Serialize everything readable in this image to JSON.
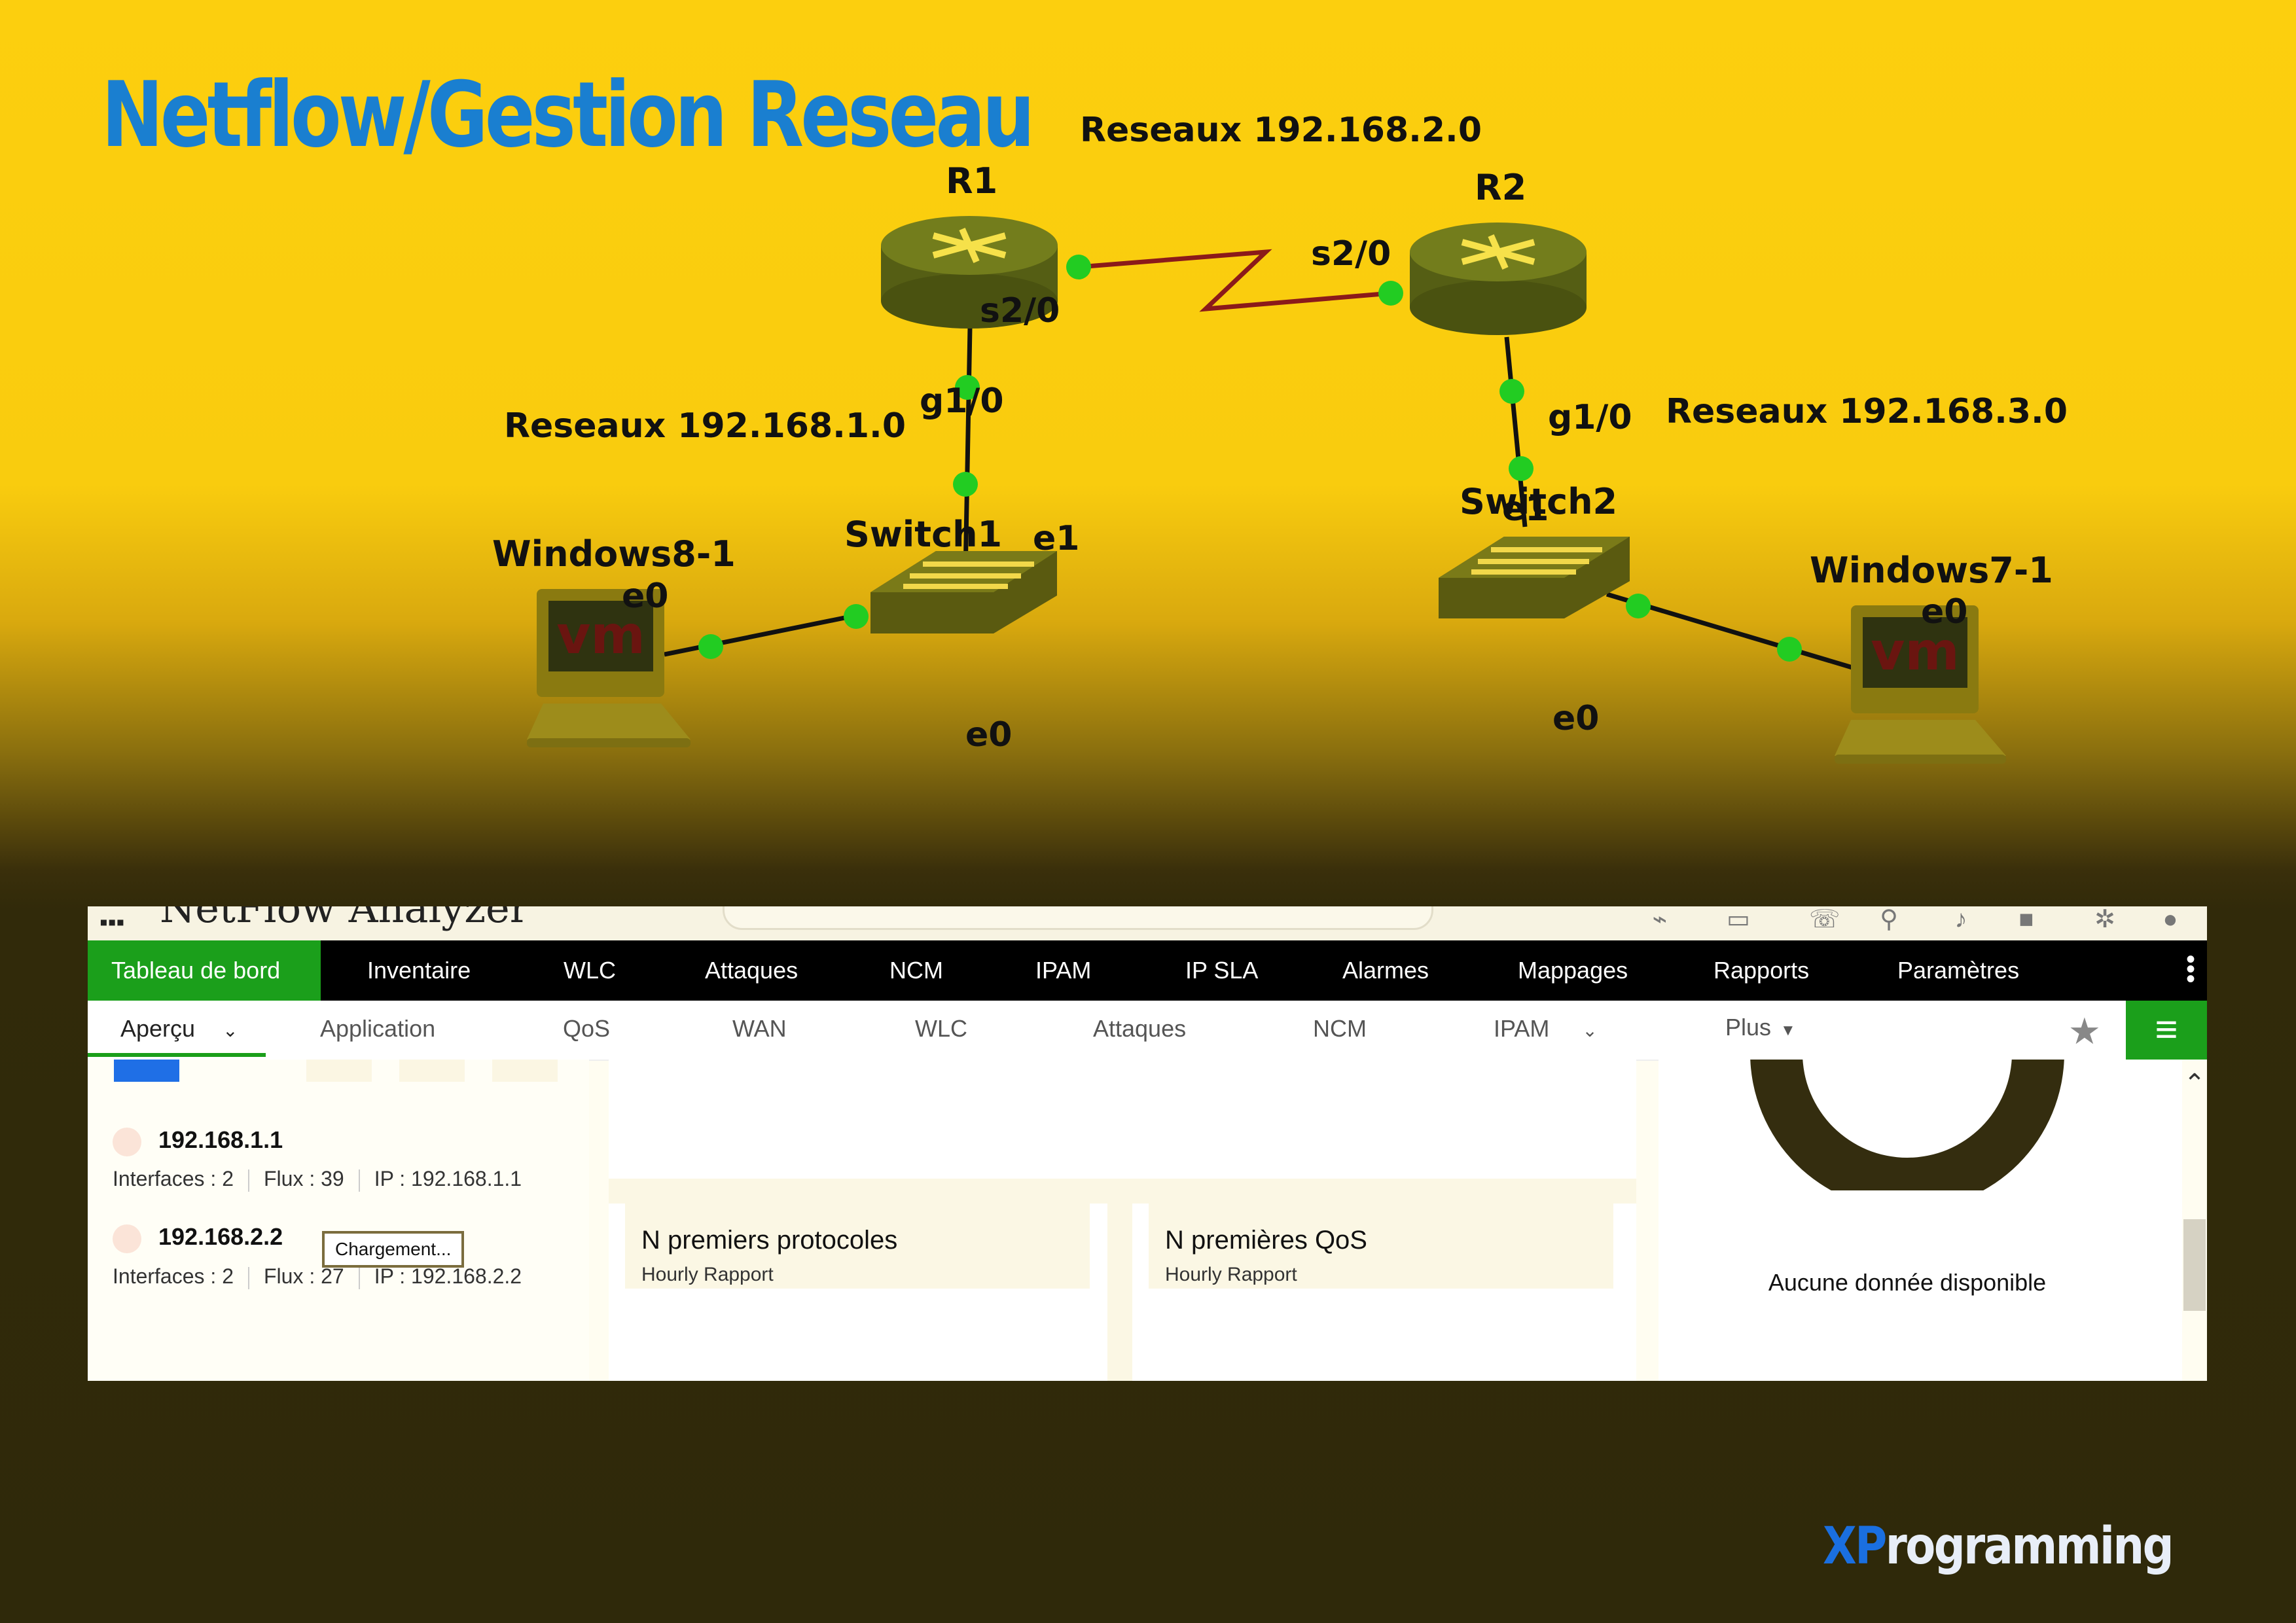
{
  "slide_title": "Netflow/Gestion Reseau",
  "topology": {
    "networks": [
      "Reseaux 192.168.2.0",
      "Reseaux 192.168.1.0",
      "Reseaux 192.168.3.0"
    ],
    "devices": {
      "r1": "R1",
      "r2": "R2",
      "switch1": "Switch1",
      "switch2": "Switch2",
      "win8": "Windows8-1",
      "win7": "Windows7-1"
    },
    "interfaces": {
      "r1_s20": "s2/0",
      "r2_s20": "s2/0",
      "r1_g10": "g1/0",
      "r2_g10": "g1/0",
      "sw1_e1": "e1",
      "sw2_e1": "e1",
      "win8_e0": "e0",
      "win7_e0": "e0",
      "sw1_e0": "e0",
      "sw2_e0": "e0"
    },
    "vm_badge": "vm"
  },
  "app": {
    "header": {
      "title": "NetFlow Analyzer"
    },
    "top_nav": [
      "Tableau de bord",
      "Inventaire",
      "WLC",
      "Attaques",
      "NCM",
      "IPAM",
      "IP SLA",
      "Alarmes",
      "Mappages",
      "Rapports",
      "Paramètres"
    ],
    "sub_nav": [
      "Aperçu",
      "Application",
      "QoS",
      "WAN",
      "WLC",
      "Attaques",
      "NCM",
      "IPAM",
      "Plus"
    ],
    "devices": [
      {
        "name": "192.168.1.1",
        "interfaces": "Interfaces : 2",
        "flux": "Flux : 39",
        "ip": "IP : 192.168.1.1"
      },
      {
        "name": "192.168.2.2",
        "interfaces": "Interfaces : 2",
        "flux": "Flux : 27",
        "ip": "IP : 192.168.2.2"
      }
    ],
    "tooltip": "Chargement...",
    "cards": [
      {
        "title": "N premiers protocoles",
        "subtitle": "Hourly Rapport"
      },
      {
        "title": "N premières QoS",
        "subtitle": "Hourly Rapport"
      }
    ],
    "no_data": "Aucune donnée disponible"
  },
  "brand": {
    "xp": "XP",
    "rest": "rogramming"
  },
  "colors": {
    "background": "#fccf0e",
    "title": "#1a7fd0",
    "nav_active": "#1b9f1b",
    "link_dot": "#22cc22",
    "serial_link": "#8b1a1a"
  }
}
